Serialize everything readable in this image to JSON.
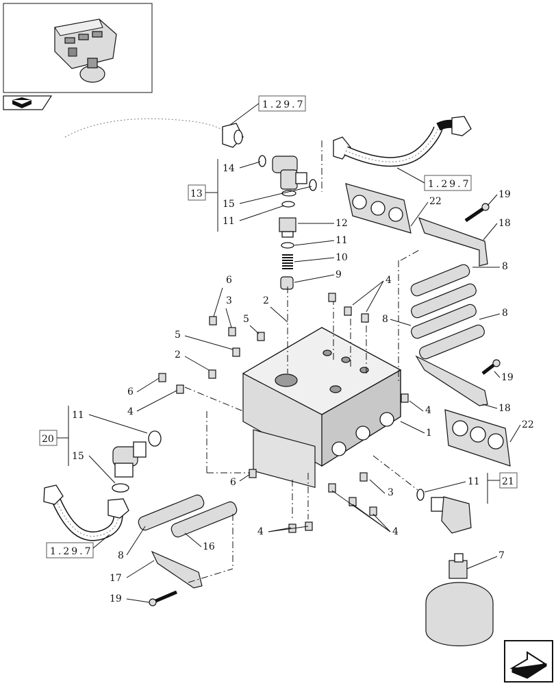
{
  "diagram": {
    "part_labels": [
      {
        "id": "1"
      },
      {
        "id": "2"
      },
      {
        "id": "3"
      },
      {
        "id": "4"
      },
      {
        "id": "5"
      },
      {
        "id": "6"
      },
      {
        "id": "7"
      },
      {
        "id": "8"
      },
      {
        "id": "9"
      },
      {
        "id": "10"
      },
      {
        "id": "11"
      },
      {
        "id": "12"
      },
      {
        "id": "13"
      },
      {
        "id": "14"
      },
      {
        "id": "15"
      },
      {
        "id": "16"
      },
      {
        "id": "17"
      },
      {
        "id": "18"
      },
      {
        "id": "19"
      },
      {
        "id": "20"
      },
      {
        "id": "21"
      },
      {
        "id": "22"
      }
    ],
    "references": [
      "1.29.7",
      "1.29.7",
      "1.29.7"
    ],
    "label": {
      "t1": "1",
      "t2": "2",
      "t3": "3",
      "t4": "4",
      "t5": "5",
      "t6": "6",
      "t7": "7",
      "t8": "8",
      "t9": "9",
      "t10": "10",
      "t11": "11",
      "t12": "12",
      "t13": "13",
      "t14": "14",
      "t15": "15",
      "t16": "16",
      "t17": "17",
      "t18": "18",
      "t19": "19",
      "t20": "20",
      "t21": "21",
      "t22": "22",
      "ref": "1.29.7"
    },
    "icons": [
      "thumbnail-valve-icon",
      "book-nav-icon",
      "next-page-arrow-icon"
    ]
  }
}
